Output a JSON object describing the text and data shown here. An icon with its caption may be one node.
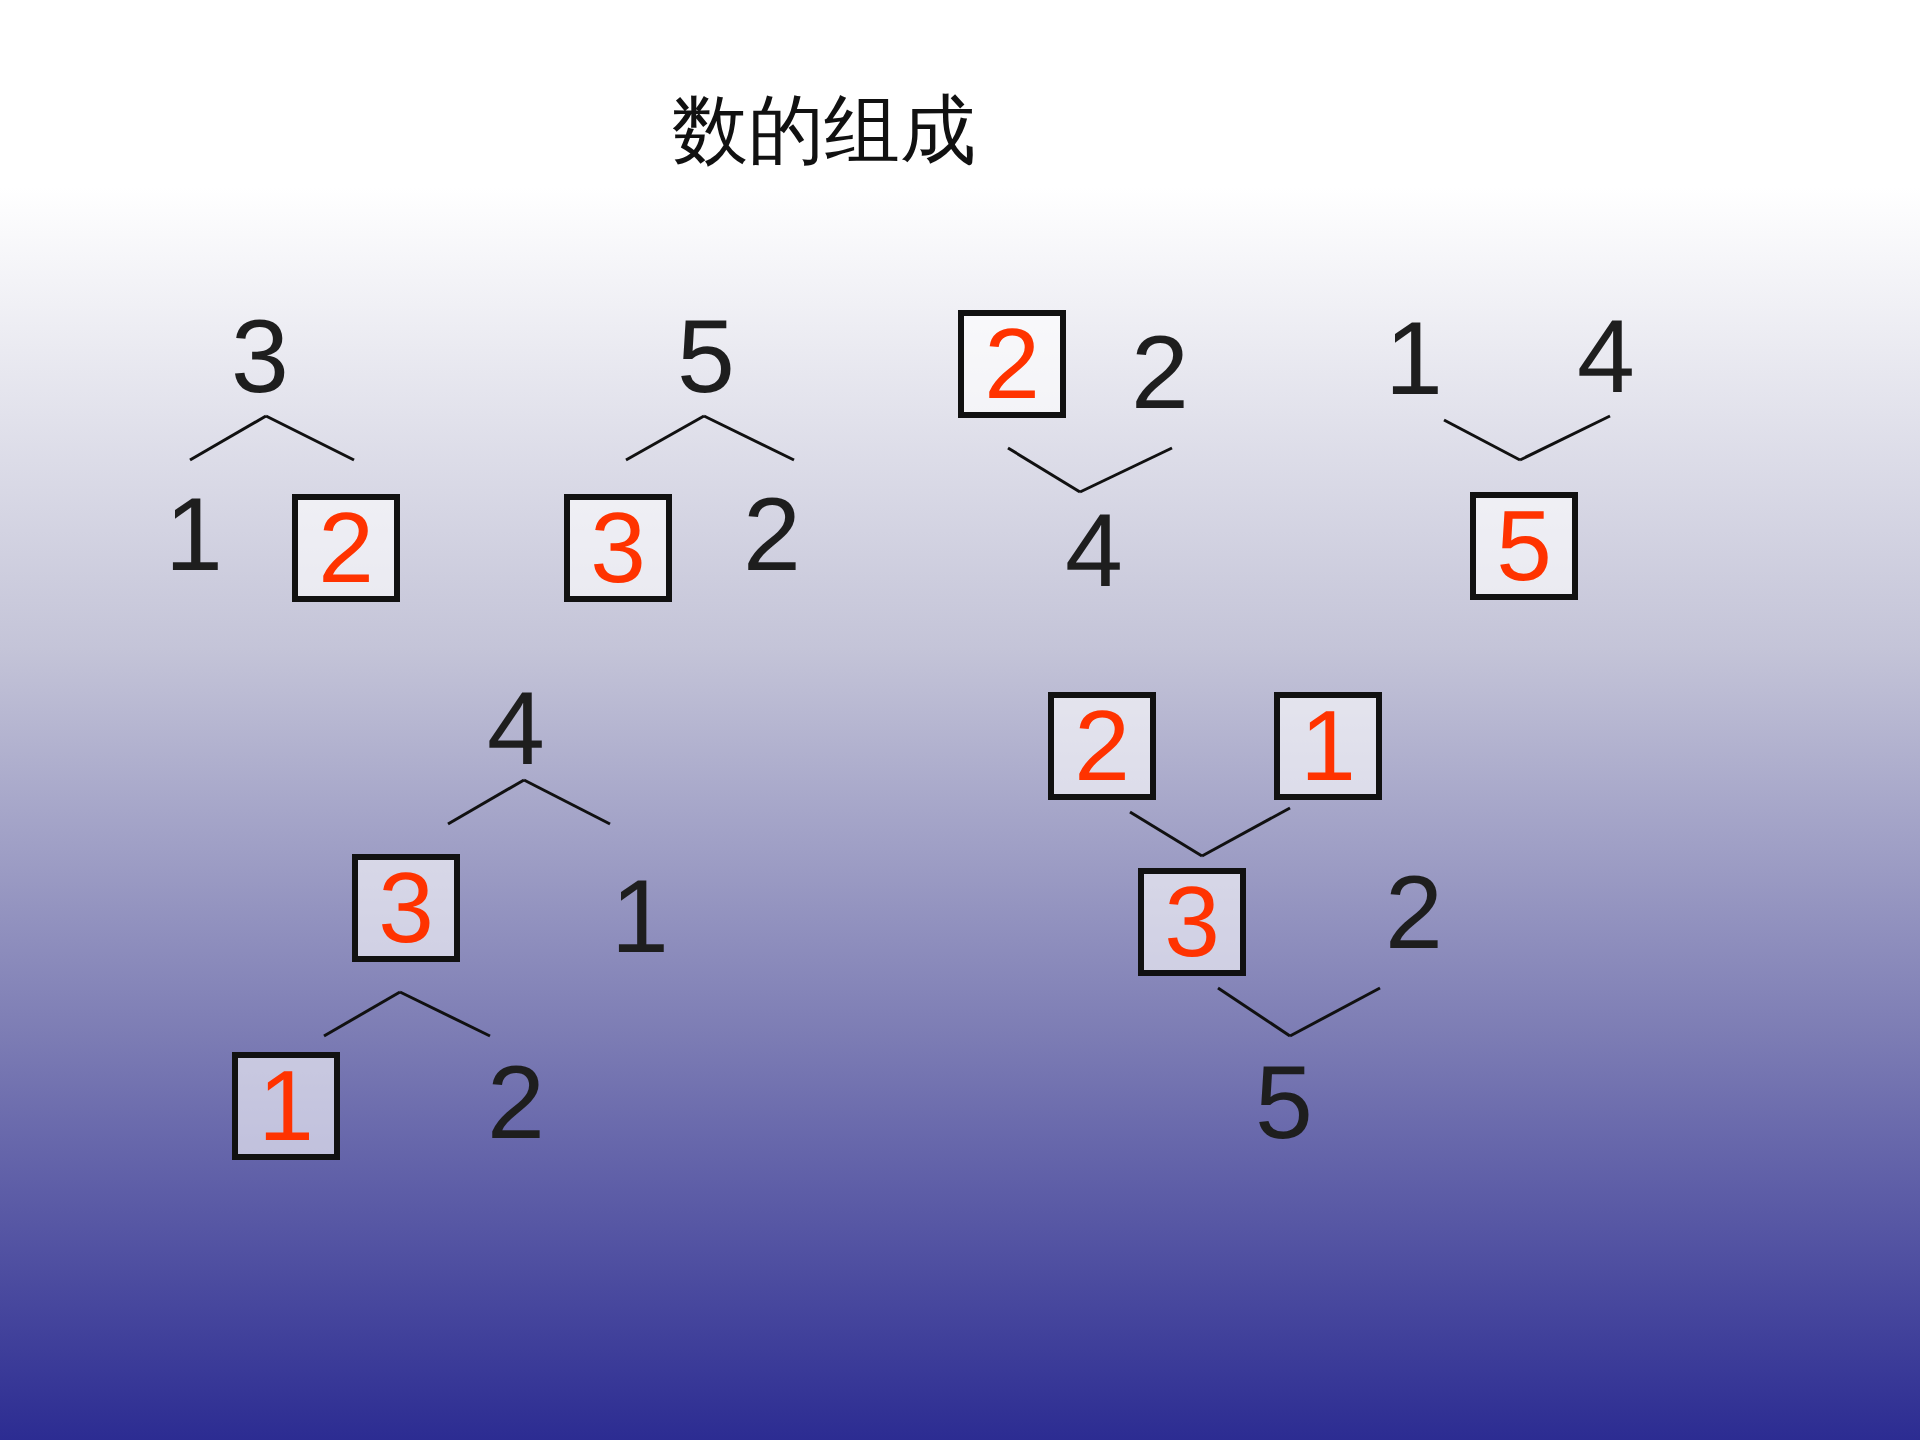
{
  "diagram": {
    "title": "数的组成",
    "nodes": [
      {
        "text": [
          "3"
        ]
      },
      {
        "text": [
          "1"
        ]
      },
      {
        "text": [
          "2"
        ]
      },
      {
        "text": [
          "5"
        ]
      },
      {
        "text": [
          "3"
        ]
      },
      {
        "text": [
          "2"
        ]
      },
      {
        "text": [
          "2"
        ]
      },
      {
        "text": [
          "2"
        ]
      },
      {
        "text": [
          "4"
        ]
      },
      {
        "text": [
          "1"
        ]
      },
      {
        "text": [
          "4"
        ]
      },
      {
        "text": [
          "5"
        ]
      },
      {
        "text": [
          "4"
        ]
      },
      {
        "text": [
          "3"
        ]
      },
      {
        "text": [
          "1"
        ]
      },
      {
        "text": [
          "1"
        ]
      },
      {
        "text": [
          "2"
        ]
      },
      {
        "text": [
          "2"
        ]
      },
      {
        "text": [
          "1"
        ]
      },
      {
        "text": [
          "3"
        ]
      },
      {
        "text": [
          "2"
        ]
      },
      {
        "text": [
          "5"
        ]
      }
    ],
    "edges": [
      {
        "from": 0,
        "to": 1,
        "arrow": "none"
      },
      {
        "from": 0,
        "to": 2,
        "arrow": "none"
      },
      {
        "from": 3,
        "to": 4,
        "arrow": "none"
      },
      {
        "from": 3,
        "to": 5,
        "arrow": "none"
      },
      {
        "from": 6,
        "to": 8,
        "arrow": "none"
      },
      {
        "from": 7,
        "to": 8,
        "arrow": "none"
      },
      {
        "from": 9,
        "to": 11,
        "arrow": "none"
      },
      {
        "from": 10,
        "to": 11,
        "arrow": "none"
      },
      {
        "from": 12,
        "to": 13,
        "arrow": "none"
      },
      {
        "from": 12,
        "to": 14,
        "arrow": "none"
      },
      {
        "from": 13,
        "to": 15,
        "arrow": "none"
      },
      {
        "from": 13,
        "to": 16,
        "arrow": "none"
      },
      {
        "from": 17,
        "to": 19,
        "arrow": "none"
      },
      {
        "from": 18,
        "to": 19,
        "arrow": "none"
      },
      {
        "from": 19,
        "to": 21,
        "arrow": "none"
      },
      {
        "from": 20,
        "to": 21,
        "arrow": "none"
      }
    ]
  }
}
